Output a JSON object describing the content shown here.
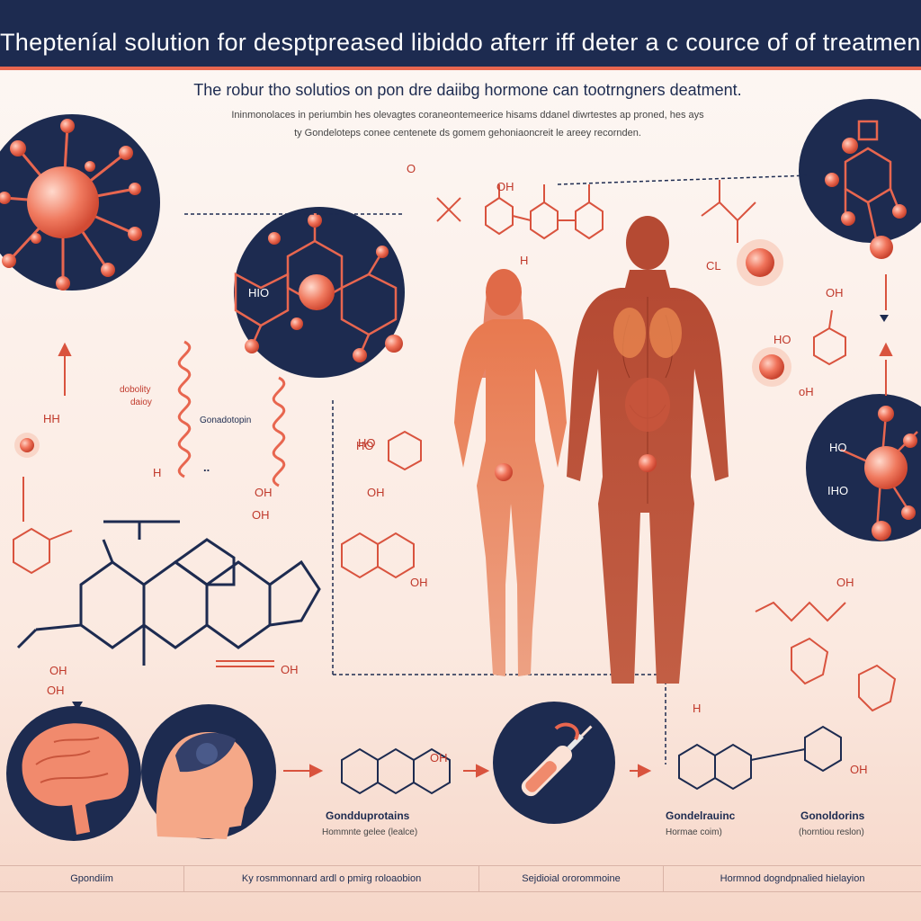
{
  "header": {
    "title": "Thepteníal solution  for desptpreased libiddo afterr iff deter a c cource of of treatment"
  },
  "subtitle": "The robur tho solutios on pon dre daiibg hormone can tootrngners deatment.",
  "body_lines": [
    "Ininmonolaces in periumbin hes olevagtes coraneontemeerice hisams ddanel diwrtestes ap proned, hes ays",
    "ty Gondeloteps conee centenete ds gomem gehoniaoncreit le areey recornden."
  ],
  "annotations": {
    "dobolity": "dobolity",
    "daioy": "daioy",
    "gonadotropin": "Gonadotopin",
    "h_left": "HH",
    "h_small": "H",
    "oh_1": "OH",
    "oh_2": "OH",
    "oh_3": "OH",
    "oh_4": "OH",
    "oh_5": "OH",
    "oh_6": "OH",
    "oh_7": "OH",
    "oh_8": "OH",
    "oh_9": "OH",
    "oh_10": "OH",
    "oh_11": "oH",
    "ho_1": "HO",
    "ho_2": "HO",
    "ho_3": "HO",
    "ho_4": "HO",
    "ho_circle": "HIO",
    "ho_circle2": "IHO",
    "h_top": "H",
    "h_mid": "H",
    "cl": "CL",
    "dots": "..",
    "ho_x": "O",
    "oh_top": "OH"
  },
  "captions": {
    "left_name": "Gondduprotains",
    "left_sub": "Hommnte gelee (lealce)",
    "mid_name": "Gondelrauinc",
    "mid_sub": "Hormae coim)",
    "right_name": "Gonoldorins",
    "right_sub": "(horntiou reslon)"
  },
  "footer": {
    "items": [
      "Gpondiím",
      "Ky rosmmonnard ardl o pmirg roloaobion",
      "Sejdioial ororommoine",
      "Hormnod dogndpnalied hielayion"
    ]
  },
  "colors": {
    "navy": "#1d2b50",
    "coral": "#e8664f",
    "molecule_red": "#d9533e",
    "skin": "#e9957a",
    "body_dark": "#b9503a"
  }
}
